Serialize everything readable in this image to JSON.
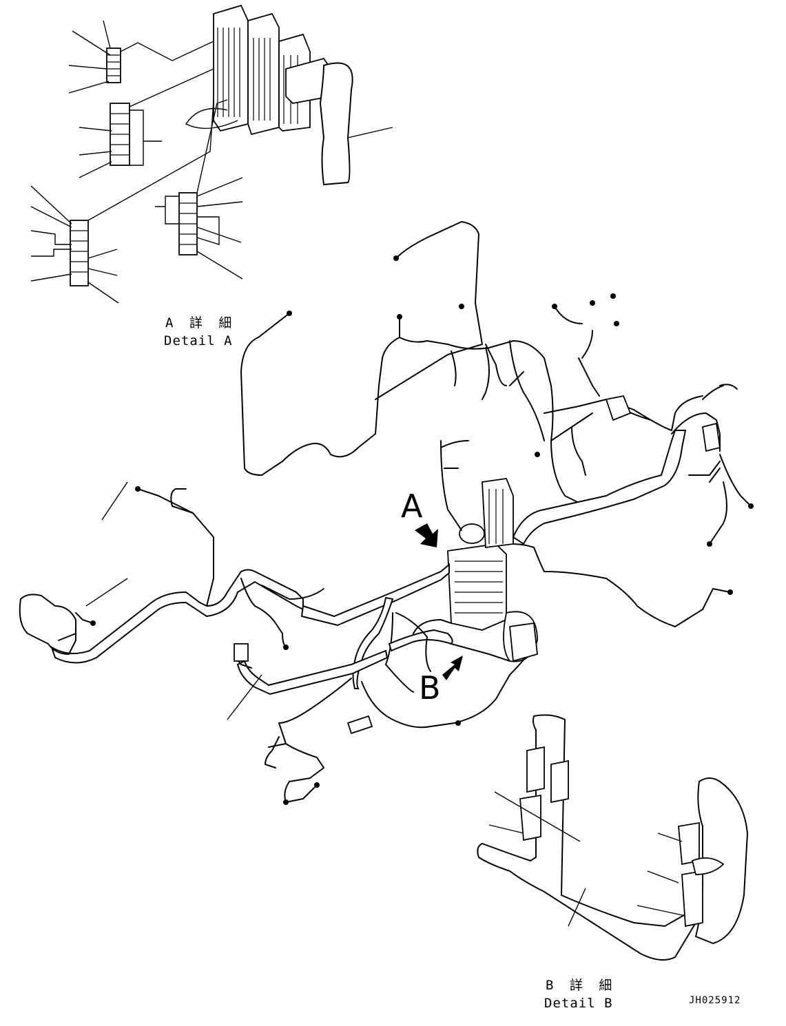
{
  "labels": {
    "detail_a_ja": "A 詳 細",
    "detail_a_en": "Detail A",
    "detail_b_ja": "B 詳 細",
    "detail_b_en": "Detail B",
    "callout_a": "A",
    "callout_b": "B",
    "drawing_code": "JH025912"
  },
  "icons": [
    "arrow-a-icon",
    "arrow-b-icon"
  ],
  "colors": {
    "ink": "#000000",
    "paper": "#ffffff"
  }
}
